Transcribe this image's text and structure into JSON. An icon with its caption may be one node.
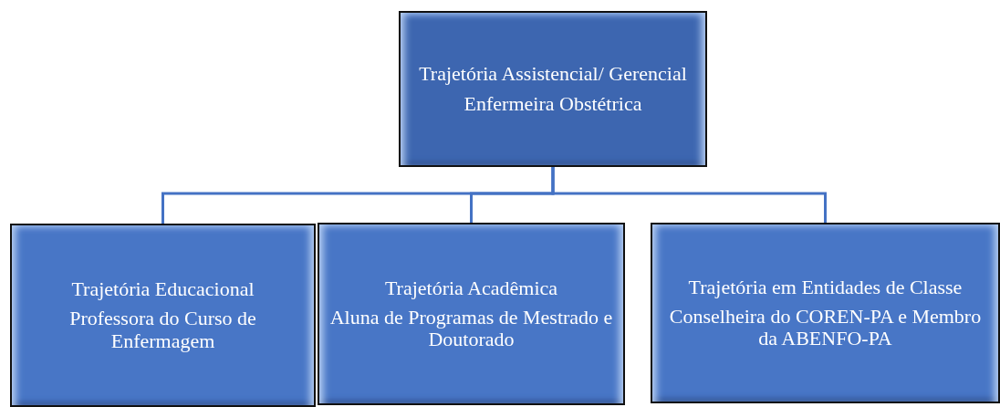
{
  "diagram": {
    "nodes": [
      {
        "text": [
          "Trajetória Assistencial/ Gerencial",
          "Enfermeira Obstétrica"
        ]
      },
      {
        "text": [
          "Trajetória Educacional",
          "Professora do Curso de Enfermagem"
        ]
      },
      {
        "text": [
          "Trajetória Acadêmica",
          "Aluna de Programas de Mestrado e Doutorado"
        ]
      },
      {
        "text": [
          "Trajetória em Entidades de Classe",
          "Conselheira do COREN-PA e Membro da ABENFO-PA"
        ]
      }
    ],
    "edges": [
      {
        "from": 0,
        "to": 1,
        "arrow": "none"
      },
      {
        "from": 0,
        "to": 2,
        "arrow": "none"
      },
      {
        "from": 0,
        "to": 3,
        "arrow": "none"
      }
    ]
  }
}
